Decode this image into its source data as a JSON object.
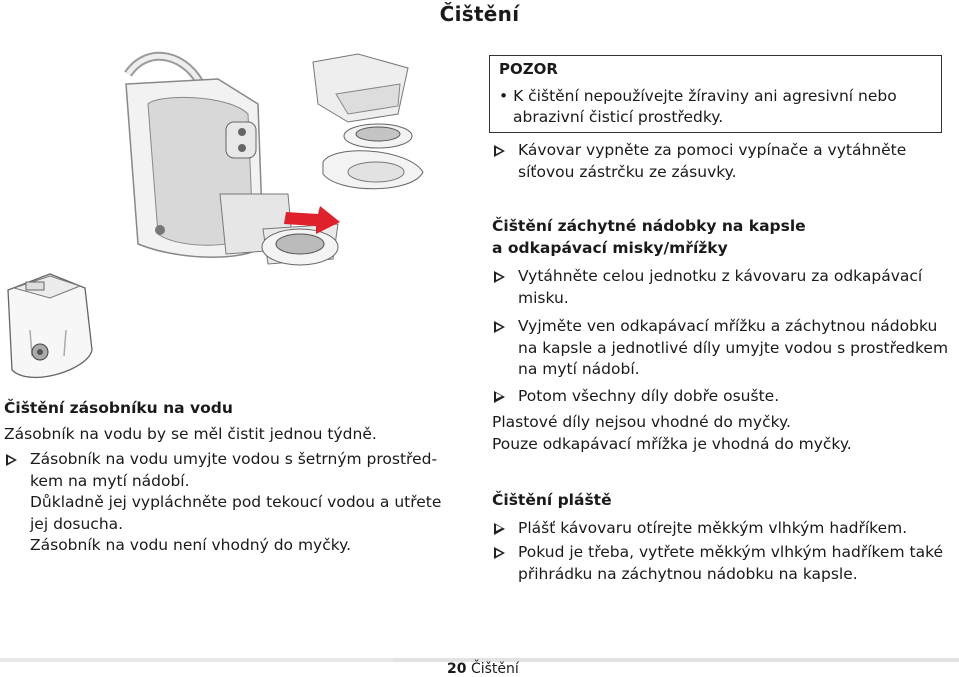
{
  "page": {
    "title": "Čištění",
    "footer": {
      "page_number": "20",
      "section": "Čištění"
    }
  },
  "warning": {
    "heading": "POZOR",
    "bullet": "• K čištění nepoužívejte žíraviny ani agresivní nebo",
    "bullet_cont": "abrazivní čisticí prostředky."
  },
  "steps_top": [
    {
      "line1": "Kávovar vypněte za pomoci vypínače a vytáhněte",
      "line2": "síťovou zástrčku ze zásuvky."
    }
  ],
  "section_capsule": {
    "heading_line1": "Čištění záchytné nádobky na kapsle",
    "heading_line2": "a odkapávací misky/mřížky",
    "step1_line1": "Vytáhněte celou jednotku z kávovaru za odkapávací",
    "step1_line2": "misku.",
    "step2_line1": "Vyjměte ven odkapávací mřížku a záchytnou nádobku",
    "step2_line2": "na kapsle a jednotlivé díly umyjte vodou s prostředkem",
    "step2_line3": "na mytí nádobí.",
    "step3": "Potom všechny díly dobře osušte.",
    "note1": "Plastové díly nejsou vhodné do myčky.",
    "note2": "Pouze odkapávací mřížka je vhodná do myčky."
  },
  "section_housing": {
    "heading": "Čištění pláště",
    "step1": "Plášť kávovaru otírejte měkkým vlhkým hadříkem.",
    "step2_line1": "Pokud je třeba, vytřete měkkým vlhkým hadříkem také",
    "step2_line2": "přihrádku na záchytnou nádobku na kapsle."
  },
  "section_tank": {
    "heading": "Čištění zásobníku na vodu",
    "intro": "Zásobník na vodu by se měl čistit jednou týdně.",
    "step1_line1": "Zásobník na vodu umyjte vodou s šetrným prostřed-",
    "step1_line2": "kem na mytí nádobí.",
    "step1_line3": "Důkladně jej vypláchněte pod tekoucí vodou a utřete",
    "step1_line4": "jej dosucha.",
    "step1_line5": "Zásobník na vodu není vhodný do myčky."
  },
  "colors": {
    "arrow": "#e0202a",
    "text": "#1a1a1a"
  }
}
